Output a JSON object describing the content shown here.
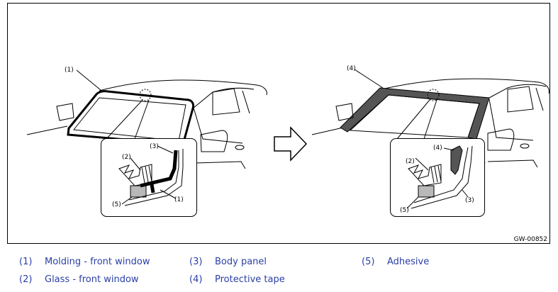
{
  "figure": {
    "code": "GW-00852",
    "callouts": {
      "c1": "(1)",
      "c2": "(2)",
      "c3": "(3)",
      "c4": "(4)",
      "c5": "(5)"
    }
  },
  "legend": [
    {
      "num": "(1)",
      "label": "Molding - front window"
    },
    {
      "num": "(2)",
      "label": "Glass - front window"
    },
    {
      "num": "(3)",
      "label": "Body panel"
    },
    {
      "num": "(4)",
      "label": "Protective tape"
    },
    {
      "num": "(5)",
      "label": "Adhesive"
    }
  ],
  "colors": {
    "legend_text": "#2a3fa6",
    "line": "#000000",
    "tape": "#555555",
    "adhesive": "#b8b8b8"
  }
}
